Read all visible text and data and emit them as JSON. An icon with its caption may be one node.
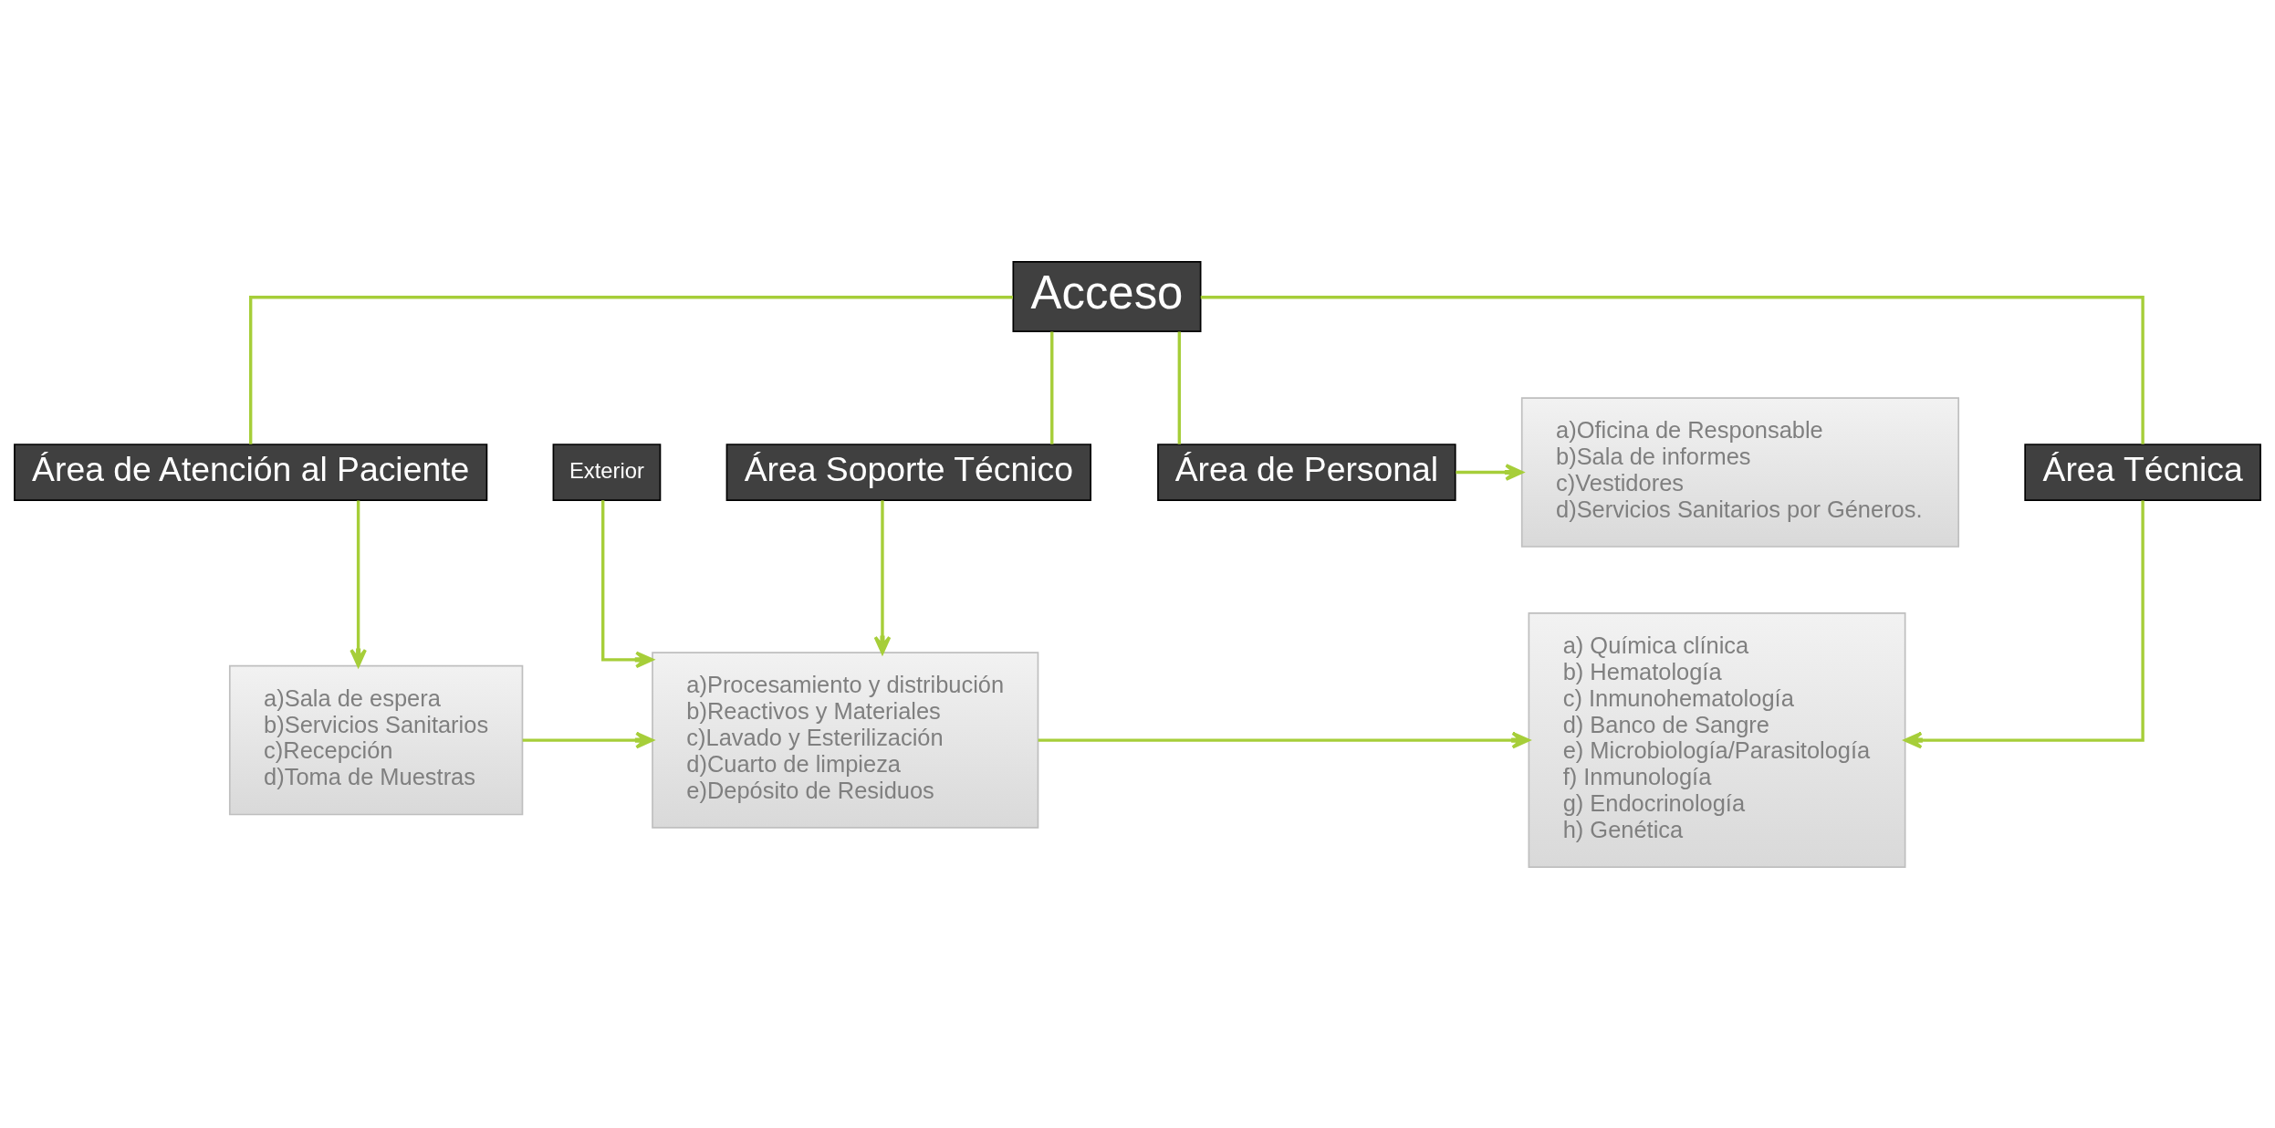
{
  "diagram": {
    "nodes": [
      {
        "text": [
          "Acceso"
        ]
      },
      {
        "text": [
          "Área de Personal"
        ]
      },
      {
        "text": [
          "a)Oficina de Responsable",
          "b)Sala de informes",
          "c)Vestidores",
          "d)Servicios Sanitarios por Géneros."
        ]
      },
      {
        "text": [
          "Área de Atención al Paciente"
        ]
      },
      {
        "text": [
          "Área Soporte Técnico"
        ]
      },
      {
        "text": [
          "Área Técnica"
        ]
      },
      {
        "text": [
          "a)Sala de espera",
          "b)Servicios Sanitarios",
          "c)Recepción",
          "d)Toma de Muestras"
        ]
      },
      {
        "text": [
          "a)Procesamiento y distribución",
          "b)Reactivos y Materiales",
          "c)Lavado y Esterilización",
          "d)Cuarto de limpieza",
          "e)Depósito de Residuos"
        ]
      },
      {
        "text": [
          "a) Química clínica",
          "b) Hematología",
          "c) Inmunohematología",
          "d) Banco de Sangre",
          "e) Microbiología/Parasitología",
          "f) Inmunología",
          "g) Endocrinología",
          "h) Genética"
        ]
      },
      {
        "text": [
          "Exterior"
        ]
      }
    ],
    "edges": [
      {
        "from": 0,
        "to": 1,
        "arrow": "none"
      },
      {
        "from": 0,
        "to": 3,
        "arrow": "none"
      },
      {
        "from": 0,
        "to": 4,
        "arrow": "none"
      },
      {
        "from": 0,
        "to": 5,
        "arrow": "none"
      },
      {
        "from": 1,
        "to": 2,
        "arrow": "to"
      },
      {
        "from": 3,
        "to": 6,
        "arrow": "to"
      },
      {
        "from": 4,
        "to": 7,
        "arrow": "to"
      },
      {
        "from": 9,
        "to": 7,
        "arrow": "to"
      },
      {
        "from": 6,
        "to": 7,
        "arrow": "to"
      },
      {
        "from": 7,
        "to": 8,
        "arrow": "to"
      },
      {
        "from": 5,
        "to": 8,
        "arrow": "to"
      }
    ]
  }
}
